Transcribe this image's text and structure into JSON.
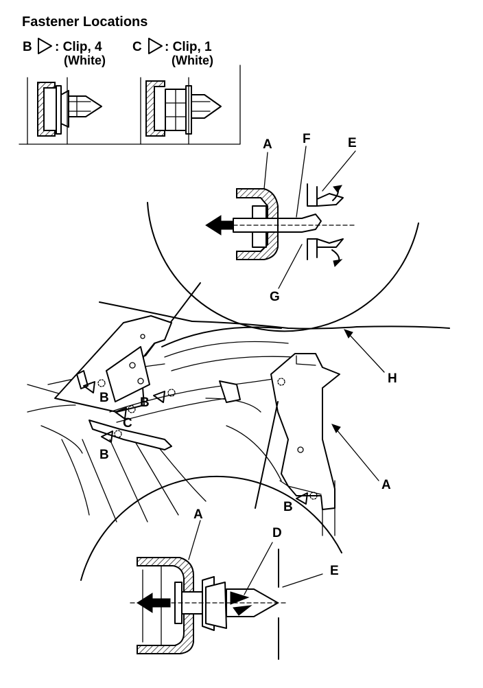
{
  "title": "Fastener Locations",
  "legend": [
    {
      "letter": "B",
      "desc": ": Clip, 4",
      "color": "(White)"
    },
    {
      "letter": "C",
      "desc": ": Clip, 1",
      "color": "(White)"
    }
  ],
  "callouts": {
    "A_top": "A",
    "F": "F",
    "E_top": "E",
    "G": "G",
    "H": "H",
    "A_right": "A",
    "A_bottom": "A",
    "D": "D",
    "E_bottom": "E"
  },
  "markers": {
    "b1": "B",
    "b2": "B",
    "b3": "B",
    "b4": "B",
    "c1": "C"
  },
  "icons": {
    "triangle": "triangle-outline-icon",
    "arrow": "pull-direction-arrow-icon"
  }
}
